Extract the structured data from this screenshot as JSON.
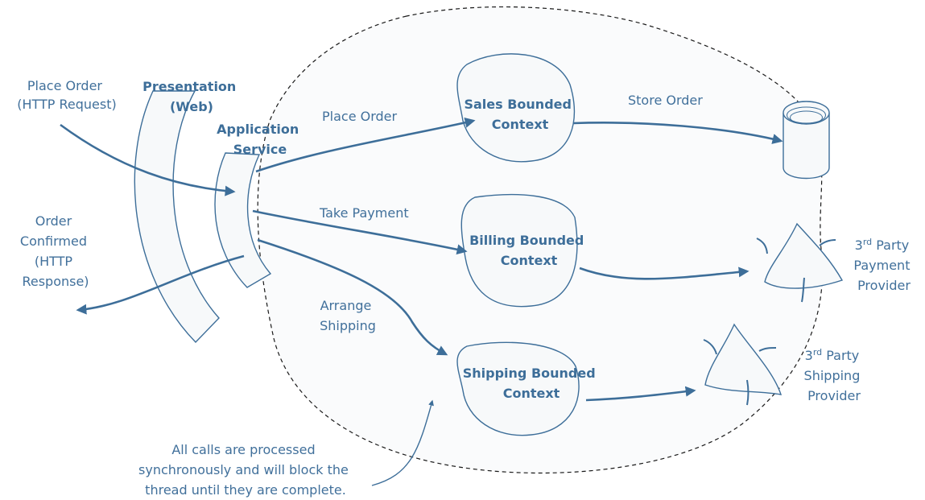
{
  "colors": {
    "primary": "#3d6e99",
    "shape_fill": "#f7f9fa",
    "boundary": "#1a1a1a"
  },
  "labels": {
    "place_order_input": [
      "Place Order",
      "(HTTP Request)"
    ],
    "order_confirmed": [
      "Order",
      "Confirmed",
      "(HTTP",
      "Response)"
    ],
    "presentation": [
      "Presentation",
      "(Web)"
    ],
    "application_service": [
      "Application",
      "Service"
    ],
    "place_order_call": "Place Order",
    "take_payment": "Take Payment",
    "arrange_shipping": [
      "Arrange",
      "Shipping"
    ],
    "store_order": "Store Order"
  },
  "contexts": {
    "sales": [
      "Sales Bounded",
      "Context"
    ],
    "billing": [
      "Billing Bounded",
      "Context"
    ],
    "shipping": [
      "Shipping Bounded",
      "Context"
    ]
  },
  "providers": {
    "payment": {
      "ordinal": "3",
      "suffix": "rd",
      "rest": " Party",
      "lines": [
        "Payment",
        "Provider"
      ]
    },
    "shipping": {
      "ordinal": "3",
      "suffix": "rd",
      "rest": " Party",
      "lines": [
        "Shipping",
        "Provider"
      ]
    }
  },
  "note": [
    "All calls are processed",
    "synchronously and will block the",
    "thread until they are complete."
  ]
}
